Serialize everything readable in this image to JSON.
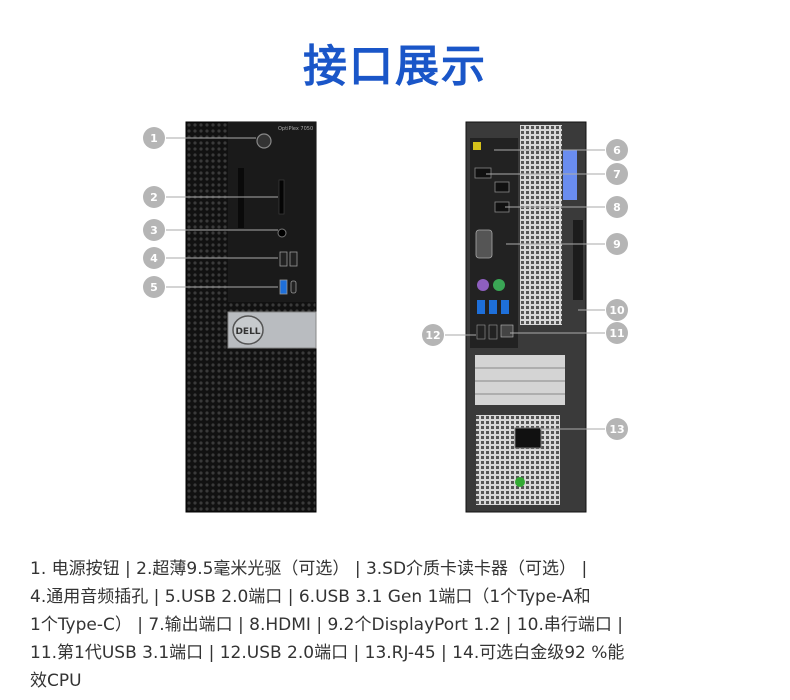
{
  "title": "接口展示",
  "front_panel": {
    "brand_label": "OptiPlex 7050",
    "logo": "DELL"
  },
  "callouts": [
    "1",
    "2",
    "3",
    "4",
    "5",
    "6",
    "7",
    "8",
    "9",
    "10",
    "11",
    "12",
    "13"
  ],
  "caption_lines": [
    "1. 电源按钮 | 2.超薄9.5毫米光驱（可选） | 3.SD介质卡读卡器（可选） |",
    "4.通用音频插孔 | 5.USB 2.0端口 | 6.USB 3.1 Gen 1端口（1个Type-A和",
    "1个Type-C） | 7.输出端口 | 8.HDMI | 9.2个DisplayPort 1.2 | 10.串行端口 |",
    " 11.第1代USB 3.1端口 | 12.USB 2.0端口 | 13.RJ-45 | 14.可选白金级92 %能",
    "效CPU"
  ],
  "colors": {
    "title": "#1a56c8",
    "callout": "#b5b5b5",
    "chassis": "#1c1c1c"
  }
}
